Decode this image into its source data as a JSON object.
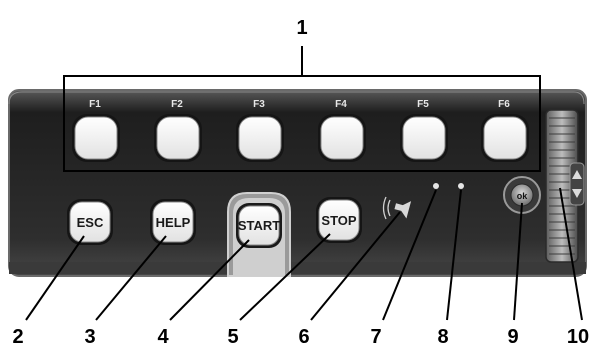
{
  "callouts": {
    "c1": "1",
    "c2": "2",
    "c3": "3",
    "c4": "4",
    "c5": "5",
    "c6": "6",
    "c7": "7",
    "c8": "8",
    "c9": "9",
    "c10": "10"
  },
  "function_keys": {
    "f1": "F1",
    "f2": "F2",
    "f3": "F3",
    "f4": "F4",
    "f5": "F5",
    "f6": "F6"
  },
  "buttons": {
    "esc": "ESC",
    "help": "HELP",
    "start": "START",
    "stop": "STOP",
    "ok": "ok"
  },
  "icons": {
    "speaker": "speaker-icon",
    "up": "arrow-up-icon",
    "down": "arrow-down-icon"
  },
  "colors": {
    "panel": "#2b2b2b",
    "panel_edge": "#6a6a6a",
    "key_face": "#ffffff",
    "callout_line": "#000000"
  }
}
